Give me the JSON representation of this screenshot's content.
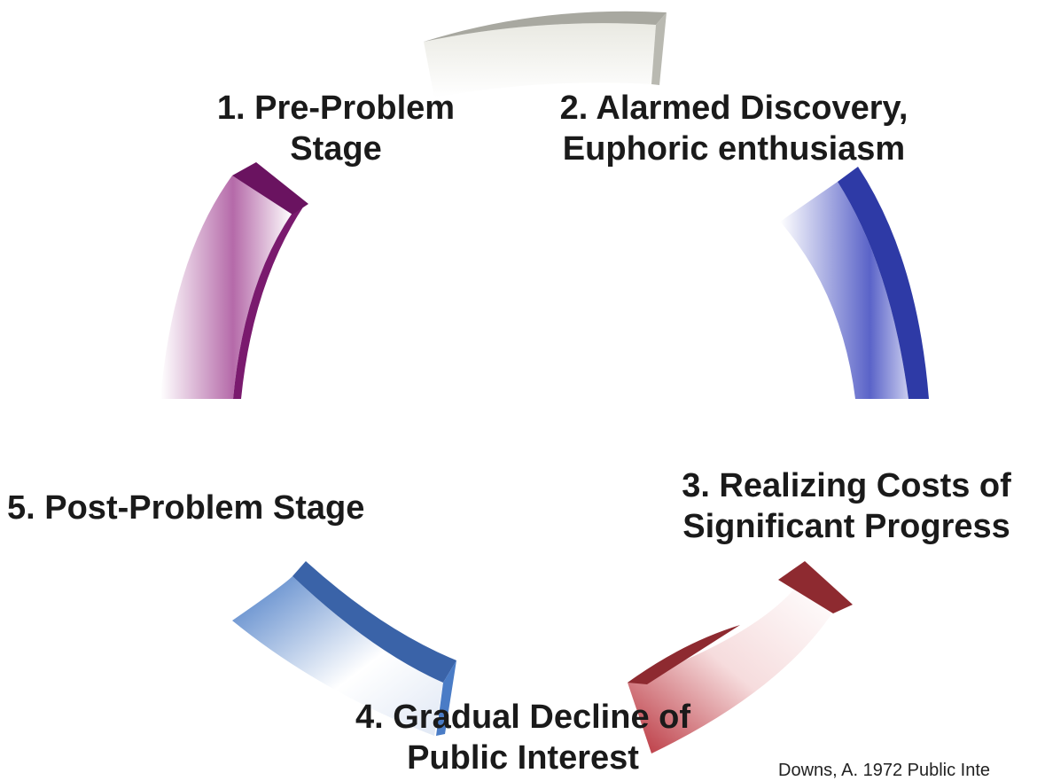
{
  "diagram": {
    "stages": [
      {
        "id": "stage-1",
        "lines": [
          "1.  Pre-Problem",
          "Stage"
        ],
        "color": "#7a1a6e"
      },
      {
        "id": "stage-2",
        "lines": [
          "2. Alarmed Discovery,",
          "Euphoric enthusiasm"
        ],
        "color": "#2e3aa6"
      },
      {
        "id": "stage-3",
        "lines": [
          "3. Realizing Costs of",
          "Significant Progress"
        ],
        "color": "#8e2a30"
      },
      {
        "id": "stage-4",
        "lines": [
          "4. Gradual Decline of",
          "Public Interest"
        ],
        "color": "#3a63a8"
      },
      {
        "id": "stage-5",
        "lines": [
          "5. Post-Problem Stage"
        ],
        "color": "#8a8a88"
      }
    ],
    "citation": "Downs, A. 1972 Public Inte"
  }
}
